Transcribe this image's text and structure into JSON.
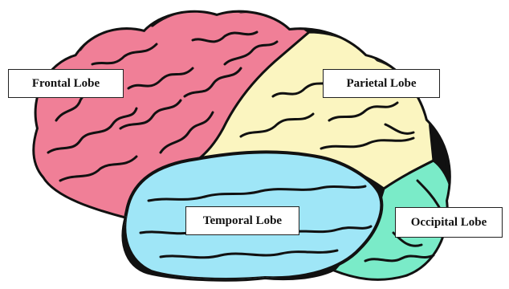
{
  "diagram": {
    "lobes": [
      {
        "id": "frontal",
        "label": "Frontal Lobe",
        "color": "#f07f97"
      },
      {
        "id": "parietal",
        "label": "Parietal Lobe",
        "color": "#fbf5c0"
      },
      {
        "id": "temporal",
        "label": "Temporal Lobe",
        "color": "#9fe6f7"
      },
      {
        "id": "occipital",
        "label": "Occipital Lobe",
        "color": "#7aebc8"
      }
    ],
    "outline_color": "#111111"
  }
}
